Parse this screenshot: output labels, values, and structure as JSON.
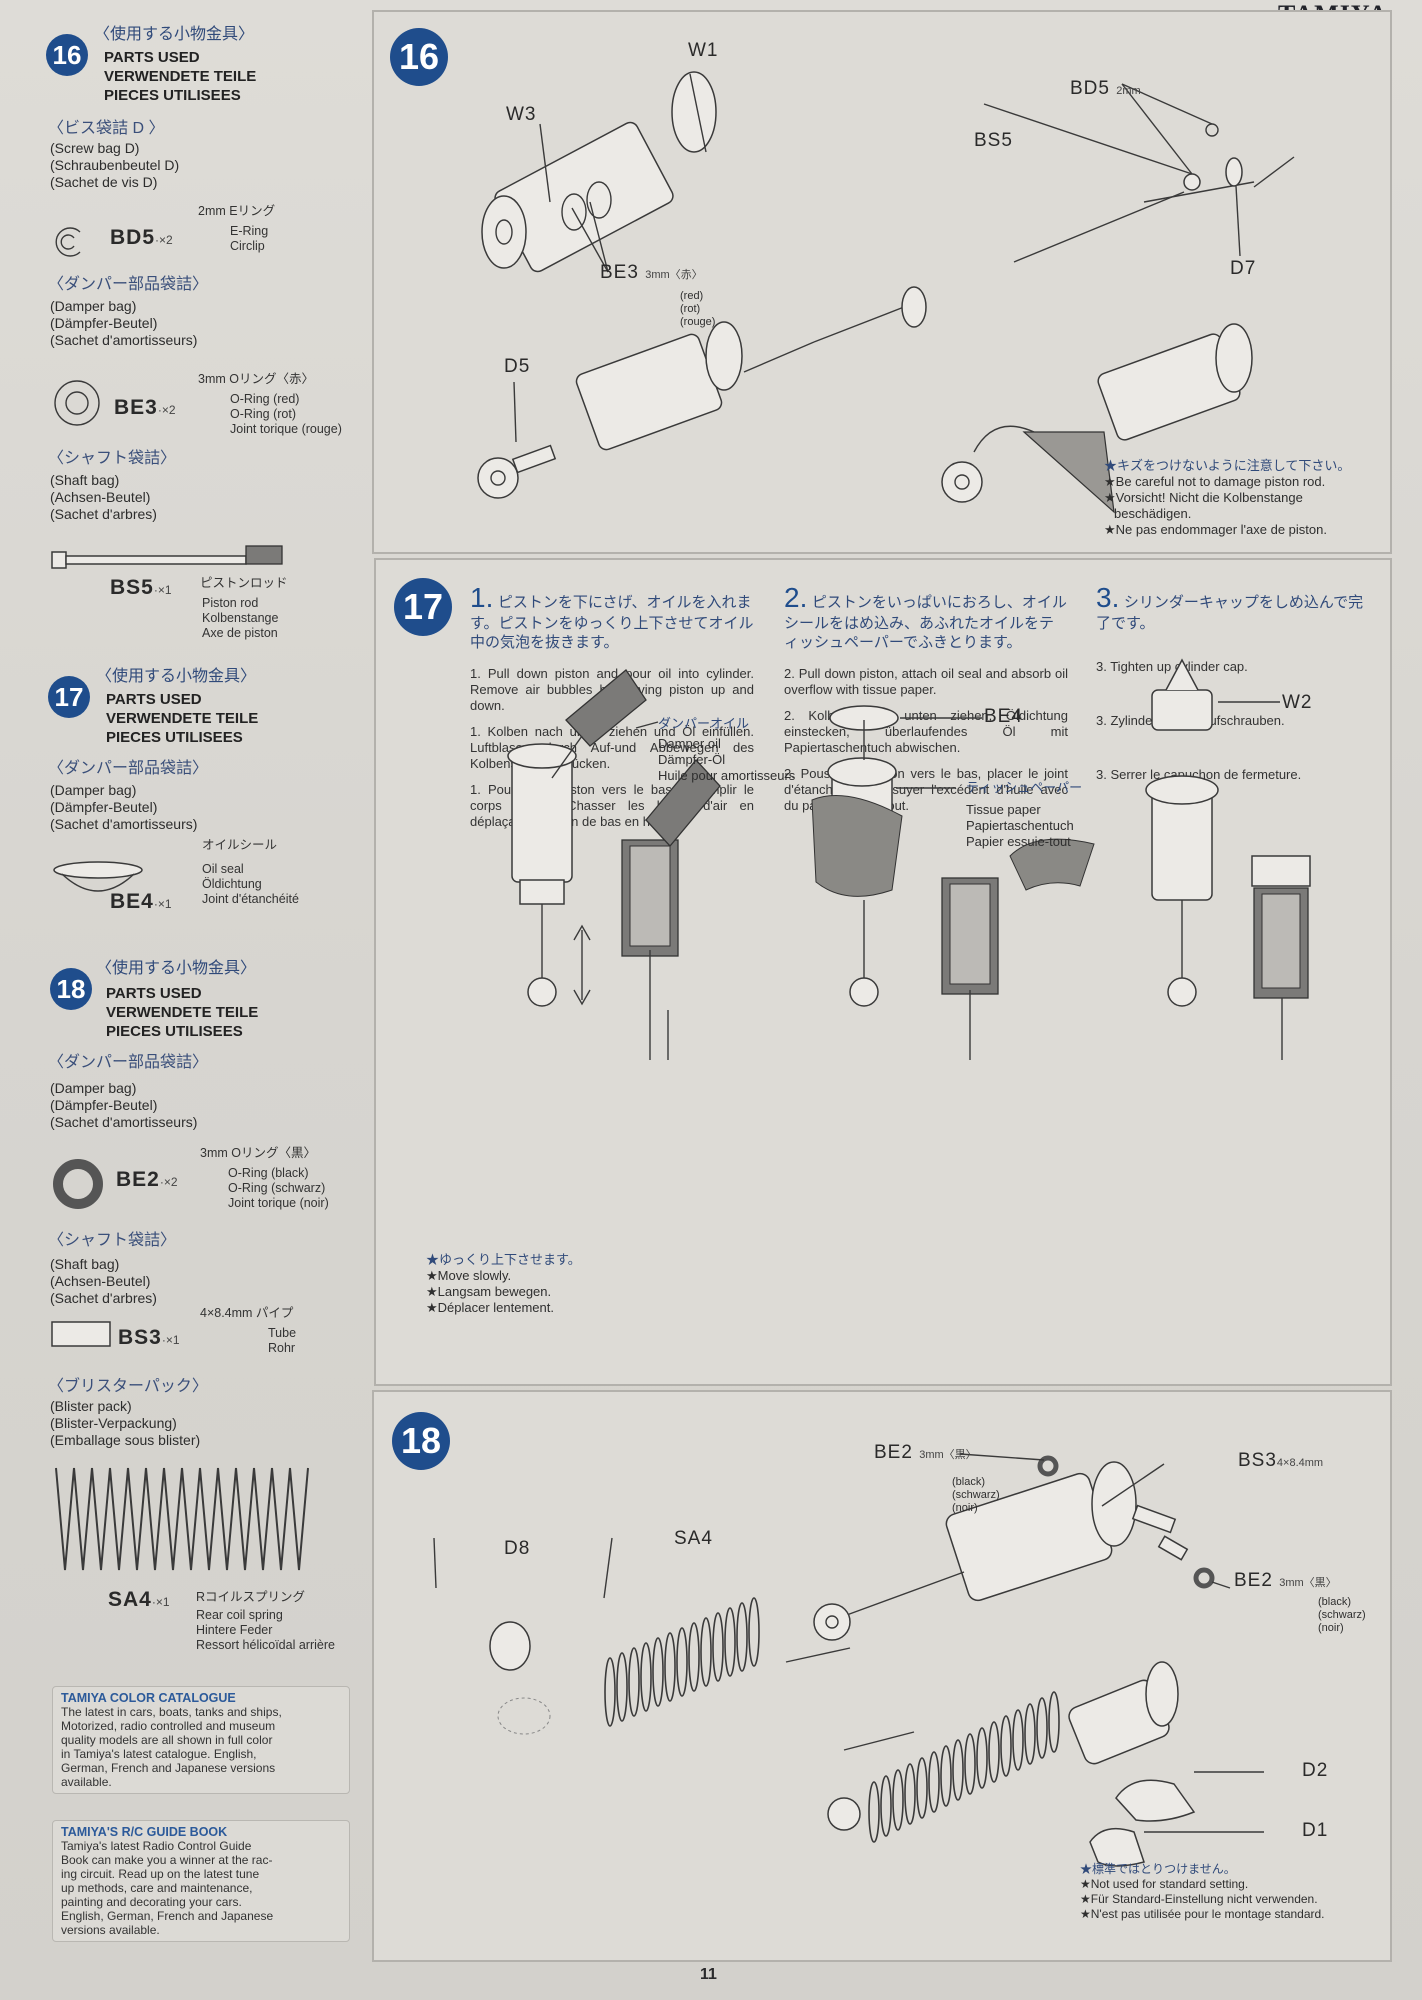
{
  "brand": "TAMIYA",
  "page_number": "11",
  "left": {
    "s16": {
      "number": "16",
      "header_jp": "〈使用する小物金具〉",
      "header": [
        "PARTS USED",
        "VERWENDETE TEILE",
        "PIECES UTILISEES"
      ],
      "bag_jp": "〈ビス袋詰 D 〉",
      "bag": [
        "(Screw bag D)",
        "(Schraubenbeutel D)",
        "(Sachet de vis D)"
      ],
      "bd5": {
        "code": "BD5",
        "qty": "·×2",
        "size": "2mm Eリング",
        "desc": [
          "E-Ring",
          "Circlip"
        ]
      },
      "damper_jp": "〈ダンパー部品袋詰〉",
      "damper": [
        "(Damper bag)",
        "(Dämpfer-Beutel)",
        "(Sachet d'amortisseurs)"
      ],
      "be3": {
        "code": "BE3",
        "qty": "·×2",
        "size": "3mm Oリング〈赤〉",
        "desc": [
          "O-Ring (red)",
          "O-Ring (rot)",
          "Joint torique (rouge)"
        ]
      },
      "shaft_jp": "〈シャフト袋詰〉",
      "shaft": [
        "(Shaft bag)",
        "(Achsen-Beutel)",
        "(Sachet d'arbres)"
      ],
      "bs5": {
        "code": "BS5",
        "qty": "·×1",
        "size": "ピストンロッド",
        "desc": [
          "Piston rod",
          "Kolbenstange",
          "Axe de piston"
        ]
      }
    },
    "s17": {
      "number": "17",
      "header_jp": "〈使用する小物金具〉",
      "header": [
        "PARTS USED",
        "VERWENDETE TEILE",
        "PIECES UTILISEES"
      ],
      "damper_jp": "〈ダンパー部品袋詰〉",
      "damper": [
        "(Damper bag)",
        "(Dämpfer-Beutel)",
        "(Sachet d'amortisseurs)"
      ],
      "be4": {
        "code": "BE4",
        "qty": "·×1",
        "size": "オイルシール",
        "desc": [
          "Oil seal",
          "Öldichtung",
          "Joint d'étanchéité"
        ]
      }
    },
    "s18": {
      "number": "18",
      "header_jp": "〈使用する小物金具〉",
      "header": [
        "PARTS USED",
        "VERWENDETE TEILE",
        "PIECES UTILISEES"
      ],
      "damper_jp": "〈ダンパー部品袋詰〉",
      "damper": [
        "(Damper bag)",
        "(Dämpfer-Beutel)",
        "(Sachet d'amortisseurs)"
      ],
      "be2": {
        "code": "BE2",
        "qty": "·×2",
        "size": "3mm Oリング〈黒〉",
        "desc": [
          "O-Ring (black)",
          "O-Ring (schwarz)",
          "Joint torique (noir)"
        ]
      },
      "shaft_jp": "〈シャフト袋詰〉",
      "shaft": [
        "(Shaft bag)",
        "(Achsen-Beutel)",
        "(Sachet d'arbres)"
      ],
      "bs3": {
        "code": "BS3",
        "qty": "·×1",
        "size": "4×8.4mm パイプ",
        "desc": [
          "Tube",
          "Rohr"
        ]
      },
      "blister_jp": "〈ブリスターパック〉",
      "blister": [
        "(Blister pack)",
        "(Blister-Verpackung)",
        "(Emballage sous blister)"
      ],
      "sa4": {
        "code": "SA4",
        "qty": "·×1",
        "size": "Rコイルスプリング",
        "desc": [
          "Rear coil spring",
          "Hintere Feder",
          "Ressort hélicoïdal arrière"
        ]
      }
    },
    "catalogue": {
      "title": "TAMIYA COLOR CATALOGUE",
      "text": [
        "The latest in cars, boats, tanks and ships,",
        "Motorized, radio controlled and museum",
        "quality models are all shown in full color",
        "in Tamiya's latest catalogue. English,",
        "German, French and Japanese versions",
        "available."
      ]
    },
    "guidebook": {
      "title": "TAMIYA'S R/C GUIDE BOOK",
      "text": [
        "Tamiya's latest Radio Control Guide",
        "Book can make you a winner at the rac-",
        "ing circuit. Read up on the latest tune",
        "up methods, care and maintenance,",
        "painting and decorating your cars.",
        "English, German, French and Japanese",
        "versions available."
      ]
    }
  },
  "p16": {
    "number": "16",
    "labels": {
      "w1": "W1",
      "w3": "W3",
      "be3": "BE3",
      "be3_size": "3mm〈赤〉",
      "be3_color": [
        "(red)",
        "(rot)",
        "(rouge)"
      ],
      "bd5": "BD5",
      "bd5_size": "2mm",
      "bs5": "BS5",
      "d7": "D7",
      "d5": "D5"
    },
    "caution_jp": "★キズをつけないように注意して下さい。",
    "caution": [
      "★Be careful not to damage piston rod.",
      "★Vorsicht! Nicht die Kolbenstange",
      "beschädigen.",
      "★Ne pas endommager l'axe de piston."
    ]
  },
  "p17": {
    "number": "17",
    "steps": [
      {
        "num": "1.",
        "jp": "ピストンを下にさげ、オイルを入れます。ピストンをゆっくり上下させてオイル中の気泡を抜きます。",
        "en": "1. Pull down piston and pour oil into cylinder. Remove air bubbles by moving piston up and down.",
        "de": "1. Kolben nach unten ziehen und Öl einfüllen. Luftblasen durch Auf-und Abbewegen des Kolbens herausdrücken.",
        "fr": "1. Pousser le piston vers le bas et remplir le corps d'huile. Chasser les bulles d'air en déplaçant le piston de bas en haut."
      },
      {
        "num": "2.",
        "jp": "ピストンをいっぱいにおろし、オイルシールをはめ込み、あふれたオイルをティッシュペーパーでふきとります。",
        "en": "2. Pull down piston, attach oil seal and absorb oil overflow with tissue paper.",
        "de": "2. Kolben nach unten ziehen, Öldichtung einstecken, überlaufendes Öl mit Papiertaschentuch abwischen.",
        "fr": "2. Pousser le piston vers le bas, placer le joint d'étanchéité et essuyer l'excédent d'huile avec du papier essuie-tout."
      },
      {
        "num": "3.",
        "jp": "シリンダーキャップをしめ込んで完了です。",
        "en": "3. Tighten up cylinder cap.",
        "de": "3. Zylinder-Kappe aufschrauben.",
        "fr": "3. Serrer le capuchon de fermeture."
      }
    ],
    "oil_jp": "ダンパーオイル",
    "oil": [
      "Damper oil",
      "Dämpfer-Öl",
      "Huile pour amortisseurs"
    ],
    "be4": "BE4",
    "tissue_jp": "ティッシュペーパー",
    "tissue": [
      "Tissue paper",
      "Papiertaschentuch",
      "Papier essuie-tout"
    ],
    "w2": "W2",
    "slow_jp": "★ゆっくり上下させます。",
    "slow": [
      "★Move slowly.",
      "★Langsam bewegen.",
      "★Déplacer lentement."
    ]
  },
  "p18": {
    "number": "18",
    "labels": {
      "be2a": "BE2",
      "be2a_size": "3mm〈黒〉",
      "be2_color": [
        "(black)",
        "(schwarz)",
        "(noir)"
      ],
      "bs3": "BS3",
      "bs3_size": "4×8.4mm",
      "sa4": "SA4",
      "d8": "D8",
      "be2b": "BE2",
      "be2b_size": "3mm〈黒〉",
      "d2": "D2",
      "d1": "D1"
    },
    "note_jp": "★標準ではとりつけません。",
    "note": [
      "★Not used for standard setting.",
      "★Für Standard-Einstellung nicht verwenden.",
      "★N'est pas utilisée pour le montage standard."
    ]
  },
  "colors": {
    "accent_blue": "#1f4d8c",
    "paper": "#dcdad5"
  }
}
